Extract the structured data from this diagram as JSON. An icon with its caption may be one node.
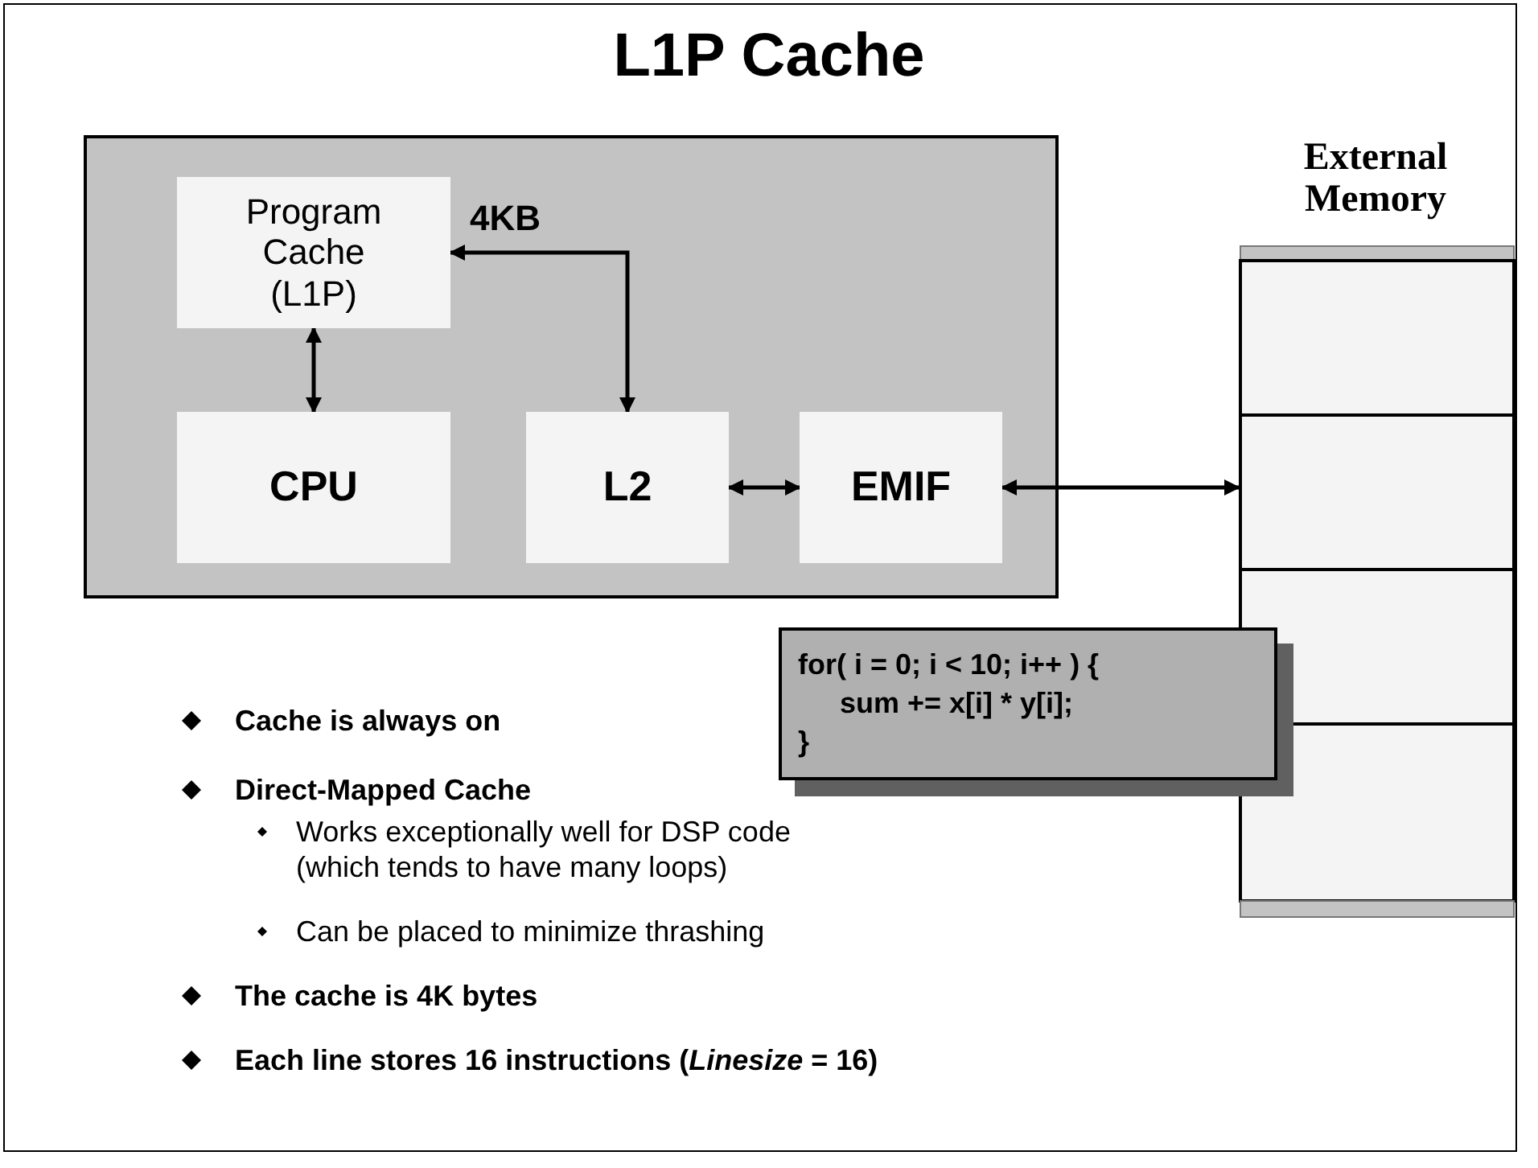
{
  "diagram": {
    "title": "L1P Cache",
    "nodes": [
      {
        "text": [],
        "shape": "box"
      },
      {
        "text": [
          "Program Cache (L1P)"
        ],
        "in": 0
      },
      {
        "text": [
          "CPU"
        ],
        "in": 0
      },
      {
        "text": [
          "L2"
        ],
        "in": 0
      },
      {
        "text": [
          "EMIF"
        ],
        "in": 0
      },
      {
        "text": [
          "External Memory"
        ]
      },
      {
        "text": [
          "for( i = 0; i < 10; i++ ) {",
          "sum += x[i] * y[i];",
          "}"
        ]
      }
    ],
    "edges": [
      {
        "from": 1,
        "to": 2,
        "arrow": "both"
      },
      {
        "from": 3,
        "to": 1,
        "arrow": "both",
        "label": "4KB"
      },
      {
        "from": 3,
        "to": 4,
        "arrow": "both"
      },
      {
        "from": 4,
        "to": 5,
        "arrow": "both"
      }
    ],
    "labels": [
      "Cache is always on",
      "Direct-Mapped Cache",
      "Works exceptionally well for DSP code (which tends to have many loops)",
      "Can be placed to minimize thrashing",
      "The cache is 4K bytes",
      "Each line stores 16 instructions (*Linesize* = 16)"
    ]
  }
}
